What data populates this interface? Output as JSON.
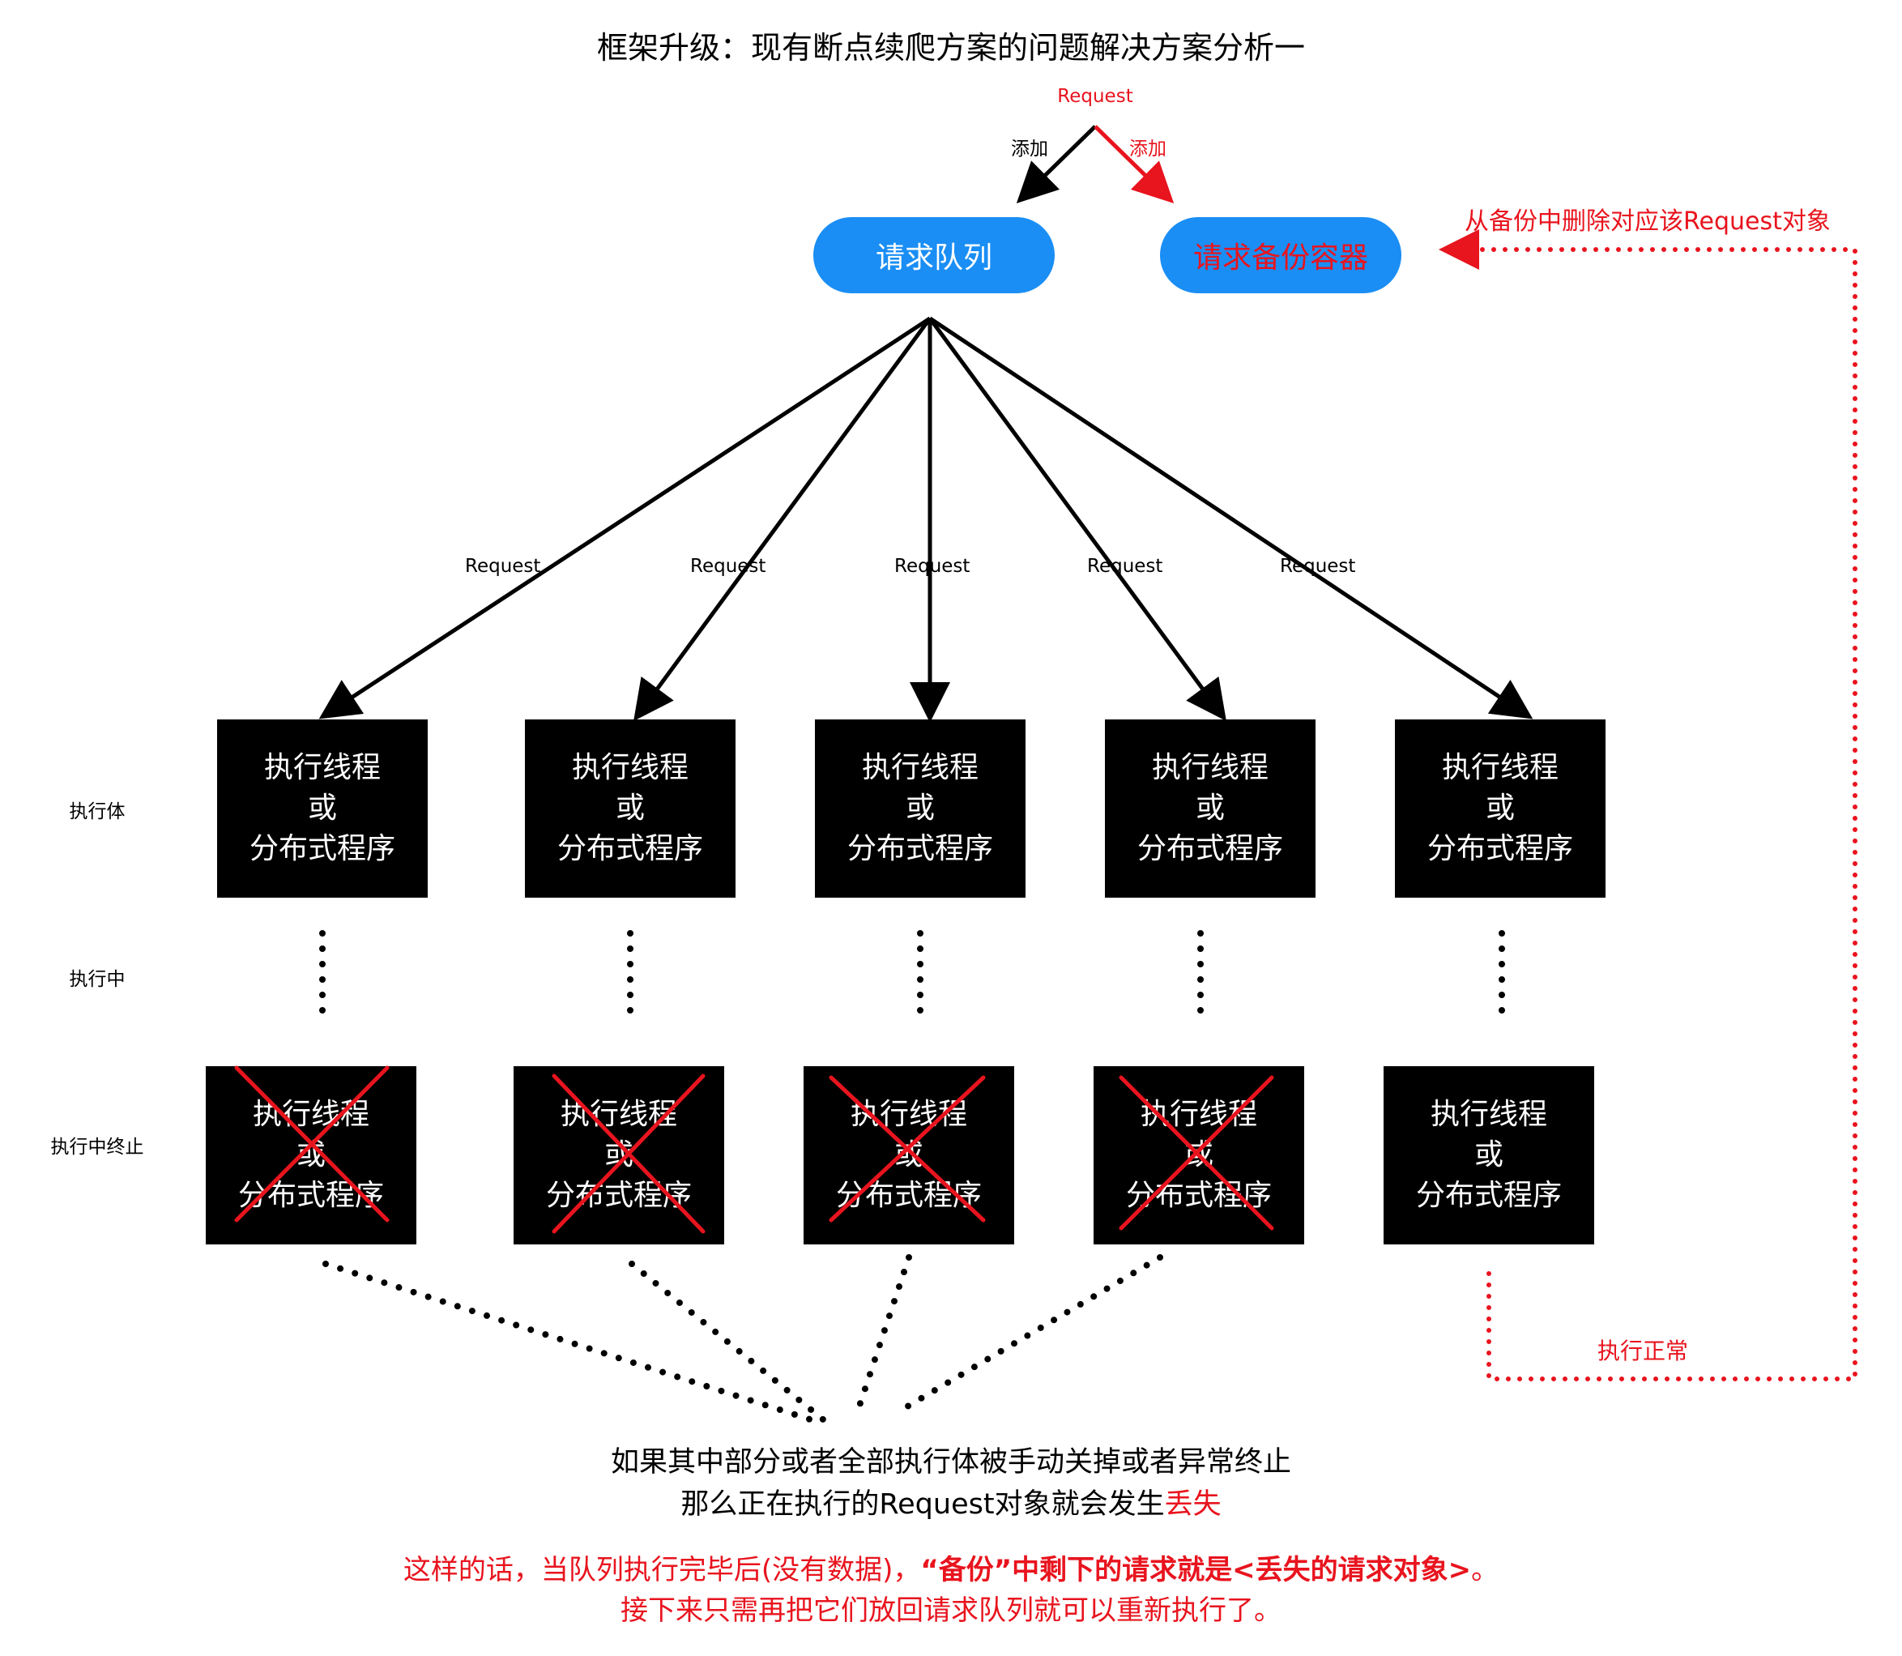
{
  "title": "框架升级：现有断点续爬方案的问题解决方案分析一",
  "top_request_label": "Request",
  "add_label_black": "添加",
  "add_label_red": "添加",
  "queue_label": "请求队列",
  "backup_label": "请求备份容器",
  "delete_note": "从备份中删除对应该Request对象",
  "request_labels": [
    "Request",
    "Request",
    "Request",
    "Request",
    "Request"
  ],
  "row_labels": {
    "executor": "执行体",
    "running": "执行中",
    "terminated": "执行中终止"
  },
  "box_text": {
    "line1": "执行线程",
    "line2": "或",
    "line3": "分布式程序"
  },
  "normal_exec_label": "执行正常",
  "bottom_msg": {
    "line1": "如果其中部分或者全部执行体被手动关掉或者异常终止",
    "line2_prefix": "那么正在执行的Request对象就会发生",
    "line2_red": "丢失"
  },
  "conclusion": {
    "line1_prefix": "这样的话，当队列执行完毕后(没有数据)，",
    "line1_bold": "“备份”中剩下的请求就是<丢失的请求对象>",
    "line1_suffix": "。",
    "line2": "接下来只需再把它们放回请求队列就可以重新执行了。"
  },
  "colors": {
    "accent_blue": "#1a8ef4",
    "red": "#e8141e",
    "box": "#000000"
  }
}
